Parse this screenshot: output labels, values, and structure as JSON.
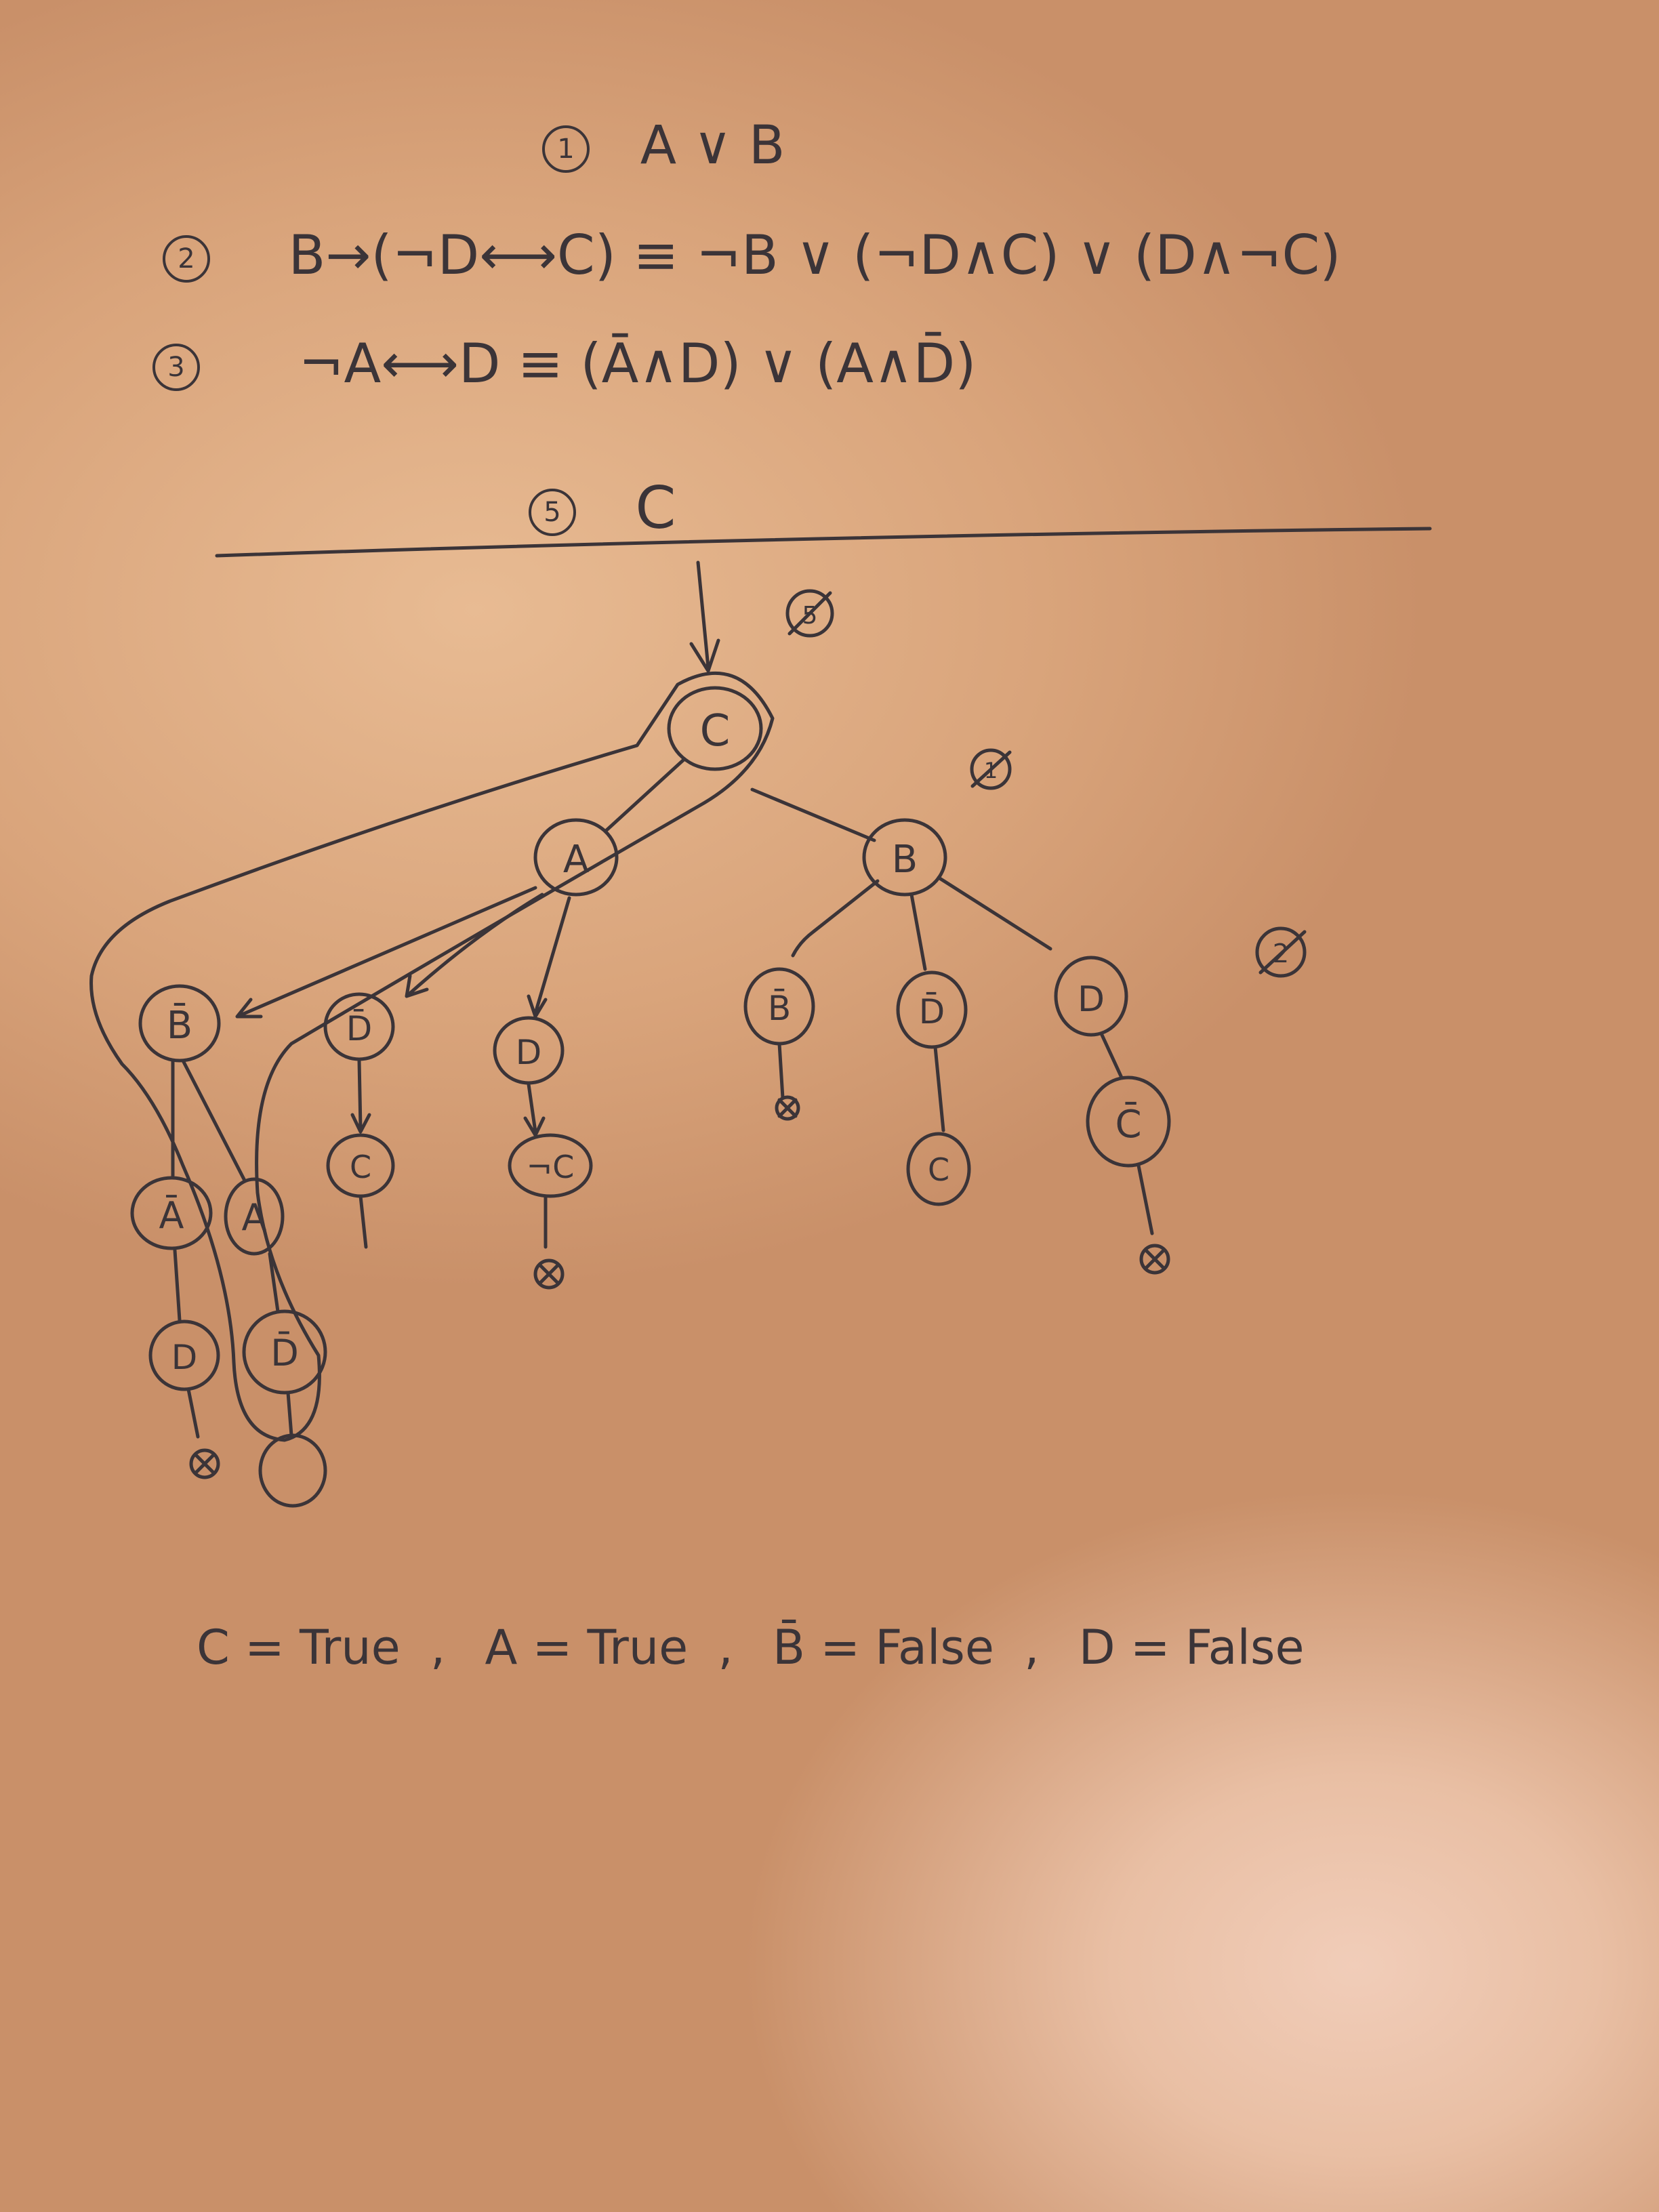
{
  "premises": [
    {
      "num": "1",
      "formula": "A ∨ B"
    },
    {
      "num": "2",
      "formula": "B→(¬D⟷C) ≡ ¬B ∨ (¬D∧C) ∨ (D∧¬C)"
    },
    {
      "num": "3",
      "formula": "¬A⟷D ≡ (Ā∧D) ∨ (A∧D̄)"
    },
    {
      "num": "5",
      "formula": "C"
    }
  ],
  "side_marks": [
    "5",
    "1",
    "2"
  ],
  "nodes": {
    "root": "C",
    "a": "A",
    "b": "B",
    "not_b_left": "B̄",
    "not_d_mid": "D̄",
    "d_mid": "D",
    "c_mid": "C",
    "not_c_mid": "¬C",
    "not_a": "Ā",
    "a2": "A",
    "d_left": "D",
    "not_d_left": "D̄",
    "not_b_right": "B̄",
    "not_d_right": "D̄",
    "d_right": "D",
    "c_right": "C",
    "not_c_right": "C̄"
  },
  "closed_mark": "⊗",
  "result": {
    "c": "C = True",
    "a": "A = True",
    "b": "B̄ = False",
    "d": "D = False",
    "separator": ","
  },
  "colors": {
    "ink": "#3b3438",
    "paper": "#d9a47b"
  }
}
